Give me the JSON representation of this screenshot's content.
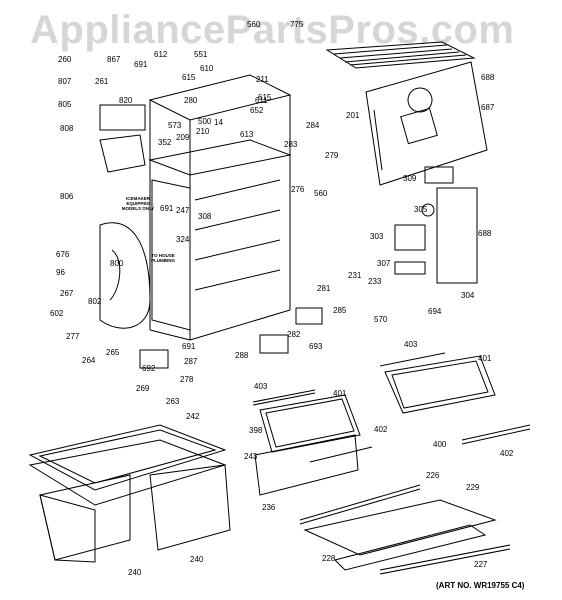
{
  "watermark": "AppliancePartsPros.com",
  "art_number": "(ART NO. WR19755 C4)",
  "notes": {
    "icemaker": "ICEMAKER EQUIPPED MODELS ONLY",
    "house": "TO HOUSE PLUMBING"
  },
  "part_labels": [
    "560",
    "775",
    "260",
    "867",
    "612",
    "551",
    "807",
    "691",
    "610",
    "261",
    "805",
    "820",
    "211",
    "615",
    "280",
    "615",
    "611",
    "573",
    "500",
    "14",
    "652",
    "808",
    "209",
    "210",
    "613",
    "352",
    "284",
    "283",
    "279",
    "276",
    "560",
    "201",
    "687",
    "688",
    "309",
    "305",
    "806",
    "691",
    "247",
    "308",
    "324",
    "303",
    "688",
    "676",
    "96",
    "800",
    "267",
    "802",
    "602",
    "277",
    "231",
    "233",
    "570",
    "307",
    "304",
    "694",
    "281",
    "285",
    "282",
    "693",
    "264",
    "265",
    "691",
    "287",
    "692",
    "278",
    "288",
    "269",
    "263",
    "403",
    "401",
    "403",
    "401",
    "242",
    "398",
    "402",
    "400",
    "243",
    "236",
    "402",
    "226",
    "229",
    "240",
    "240",
    "228",
    "227"
  ]
}
